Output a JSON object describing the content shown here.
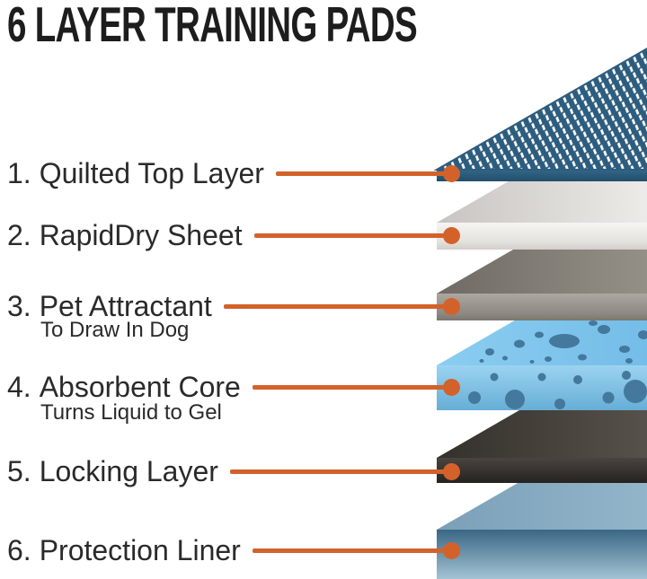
{
  "title": "6 LAYER TRAINING PADS",
  "colors": {
    "accent": "#d2622a",
    "title_text": "#1d1d1d",
    "label_text": "#2a2a2a",
    "background": "#ffffff",
    "layer1": {
      "mesh": "#2d5d7e",
      "dash": "#ffffff",
      "edge_top": "#336688",
      "edge_bottom": "#224e6a"
    },
    "layer2": {
      "top_left": "#c8c5c1",
      "top_right": "#ecebe8",
      "edge_top": "#f6f5f3",
      "edge_mid": "#e4e2de",
      "edge_bottom": "#d2cfca"
    },
    "layer3": {
      "top_left": "#6f6a64",
      "top_right": "#959087",
      "edge_top": "#aca79f",
      "edge_mid": "#8d8882",
      "edge_bottom": "#7b766f"
    },
    "layer4": {
      "top_left": "#8bcdf1",
      "top_right": "#74bde8",
      "edge_top": "#9bd3f0",
      "edge_bottom": "#66aed6",
      "dot": "#44789d"
    },
    "layer5": {
      "top_left": "#34302b",
      "top_right": "#57514b",
      "edge_top": "#4a4440",
      "edge_bottom": "#262220"
    },
    "layer6": {
      "top_left": "#7aa0b8",
      "top_right": "#93b5ca",
      "edge_top": "#3a6785",
      "edge_mid": "#6a92a9",
      "edge_bottom": "#a8c7d8"
    }
  },
  "layers": [
    {
      "number": "1.",
      "label": "Quilted Top Layer",
      "sublabel": ""
    },
    {
      "number": "2.",
      "label": "RapidDry Sheet",
      "sublabel": ""
    },
    {
      "number": "3.",
      "label": "Pet Attractant",
      "sublabel": "To Draw In Dog"
    },
    {
      "number": "4.",
      "label": "Absorbent Core",
      "sublabel": "Turns Liquid to Gel"
    },
    {
      "number": "5.",
      "label": "Locking Layer",
      "sublabel": ""
    },
    {
      "number": "6.",
      "label": "Protection Liner",
      "sublabel": ""
    }
  ]
}
